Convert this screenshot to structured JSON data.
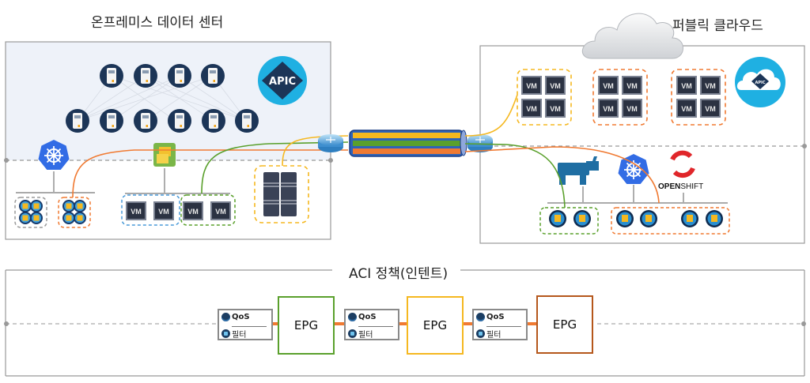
{
  "onprem": {
    "title": "온프레미스 데이터 센터",
    "apic_label": "APIC",
    "spine_count": 4,
    "leaf_count": 6,
    "kubernetes_pods": [
      "pod",
      "pod",
      "pod",
      "pod",
      "pod",
      "pod",
      "pod",
      "pod"
    ],
    "vm_label": "VM",
    "vms": [
      "VM",
      "VM",
      "VM",
      "VM"
    ]
  },
  "cloud": {
    "title": "퍼블릭 클라우드",
    "apic_label": "APIC",
    "vm_label": "VM",
    "vm_groups": [
      {
        "color": "#f5b820",
        "vms": [
          "VM",
          "VM",
          "VM",
          "VM"
        ]
      },
      {
        "color": "#f07a32",
        "vms": [
          "VM",
          "VM",
          "VM",
          "VM"
        ]
      },
      {
        "color": "#f07a32",
        "vms": [
          "VM",
          "VM",
          "VM",
          "VM"
        ]
      }
    ],
    "openshift_label_bold": "OPEN",
    "openshift_label_rest": "SHIFT"
  },
  "policy": {
    "title": "ACI 정책(인텐트)",
    "chain": [
      {
        "type": "contract",
        "qos": "QoS",
        "filter": "필터"
      },
      {
        "type": "epg",
        "label": "EPG",
        "color": "#5aa02c"
      },
      {
        "type": "contract",
        "qos": "QoS",
        "filter": "필터"
      },
      {
        "type": "epg",
        "label": "EPG",
        "color": "#f5b820"
      },
      {
        "type": "contract",
        "qos": "QoS",
        "filter": "필터"
      },
      {
        "type": "epg",
        "label": "EPG",
        "color": "#b5571b"
      }
    ]
  },
  "colors": {
    "yellow": "#f5b820",
    "green": "#5aa02c",
    "orange": "#f07a32",
    "blue_dash": "#4a9ad8",
    "grey_dash": "#9a9a9a",
    "apic_blue": "#1fb0e2",
    "k8s_blue": "#326ce5",
    "openshift_red": "#e0262a",
    "rancher_blue": "#1f6ea3"
  }
}
